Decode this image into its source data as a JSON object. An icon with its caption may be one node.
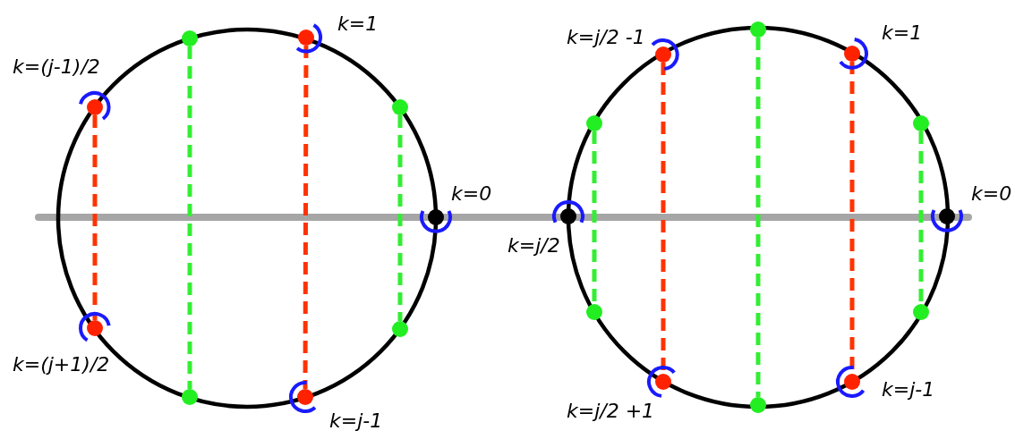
{
  "diagram": {
    "nodes": [
      {
        "text": [],
        "shape": "circle",
        "beside": [
          "k=(j-1)/2"
        ]
      },
      {
        "text": [],
        "shape": "circle"
      },
      {
        "text": [],
        "shape": "circle",
        "beside": [
          "k=1"
        ]
      },
      {
        "text": [],
        "shape": "circle"
      },
      {
        "text": [],
        "shape": "circle",
        "beside": [
          "k=0"
        ]
      },
      {
        "text": [],
        "shape": "circle",
        "beside": [
          "k=(j+1)/2"
        ]
      },
      {
        "text": [],
        "shape": "circle"
      },
      {
        "text": [],
        "shape": "circle",
        "beside": [
          "k=j-1"
        ]
      },
      {
        "text": [],
        "shape": "circle"
      },
      {
        "text": [],
        "shape": "circle",
        "beside": [
          "k=j/2 -1"
        ]
      },
      {
        "text": [],
        "shape": "circle"
      },
      {
        "text": [],
        "shape": "circle",
        "beside": [
          "k=1"
        ]
      },
      {
        "text": [],
        "shape": "circle"
      },
      {
        "text": [],
        "shape": "circle"
      },
      {
        "text": [],
        "shape": "circle",
        "beside": [
          "k=j/2"
        ]
      },
      {
        "text": [],
        "shape": "circle",
        "beside": [
          "k=0"
        ]
      },
      {
        "text": [],
        "shape": "circle"
      },
      {
        "text": [],
        "shape": "circle",
        "beside": [
          "k=j/2 +1"
        ]
      },
      {
        "text": [],
        "shape": "circle"
      },
      {
        "text": [],
        "shape": "circle",
        "beside": [
          "k=j-1"
        ]
      },
      {
        "text": [],
        "shape": "circle"
      }
    ],
    "edges": [
      {
        "from": 0,
        "to": 5,
        "arrow": "none",
        "style": "dashed",
        "color": "#ff3300"
      },
      {
        "from": 1,
        "to": 6,
        "arrow": "none",
        "style": "dashed",
        "color": "#33ee33"
      },
      {
        "from": 2,
        "to": 7,
        "arrow": "none",
        "style": "dashed",
        "color": "#ff3300"
      },
      {
        "from": 3,
        "to": 8,
        "arrow": "none",
        "style": "dashed",
        "color": "#33ee33"
      },
      {
        "from": 12,
        "to": 16,
        "arrow": "none",
        "style": "dashed",
        "color": "#33ee33"
      },
      {
        "from": 9,
        "to": 17,
        "arrow": "none",
        "style": "dashed",
        "color": "#ff3300"
      },
      {
        "from": 10,
        "to": 18,
        "arrow": "none",
        "style": "dashed",
        "color": "#33ee33"
      },
      {
        "from": 11,
        "to": 19,
        "arrow": "none",
        "style": "dashed",
        "color": "#ff3300"
      },
      {
        "from": 13,
        "to": 20,
        "arrow": "none",
        "style": "dashed",
        "color": "#33ee33"
      }
    ]
  }
}
